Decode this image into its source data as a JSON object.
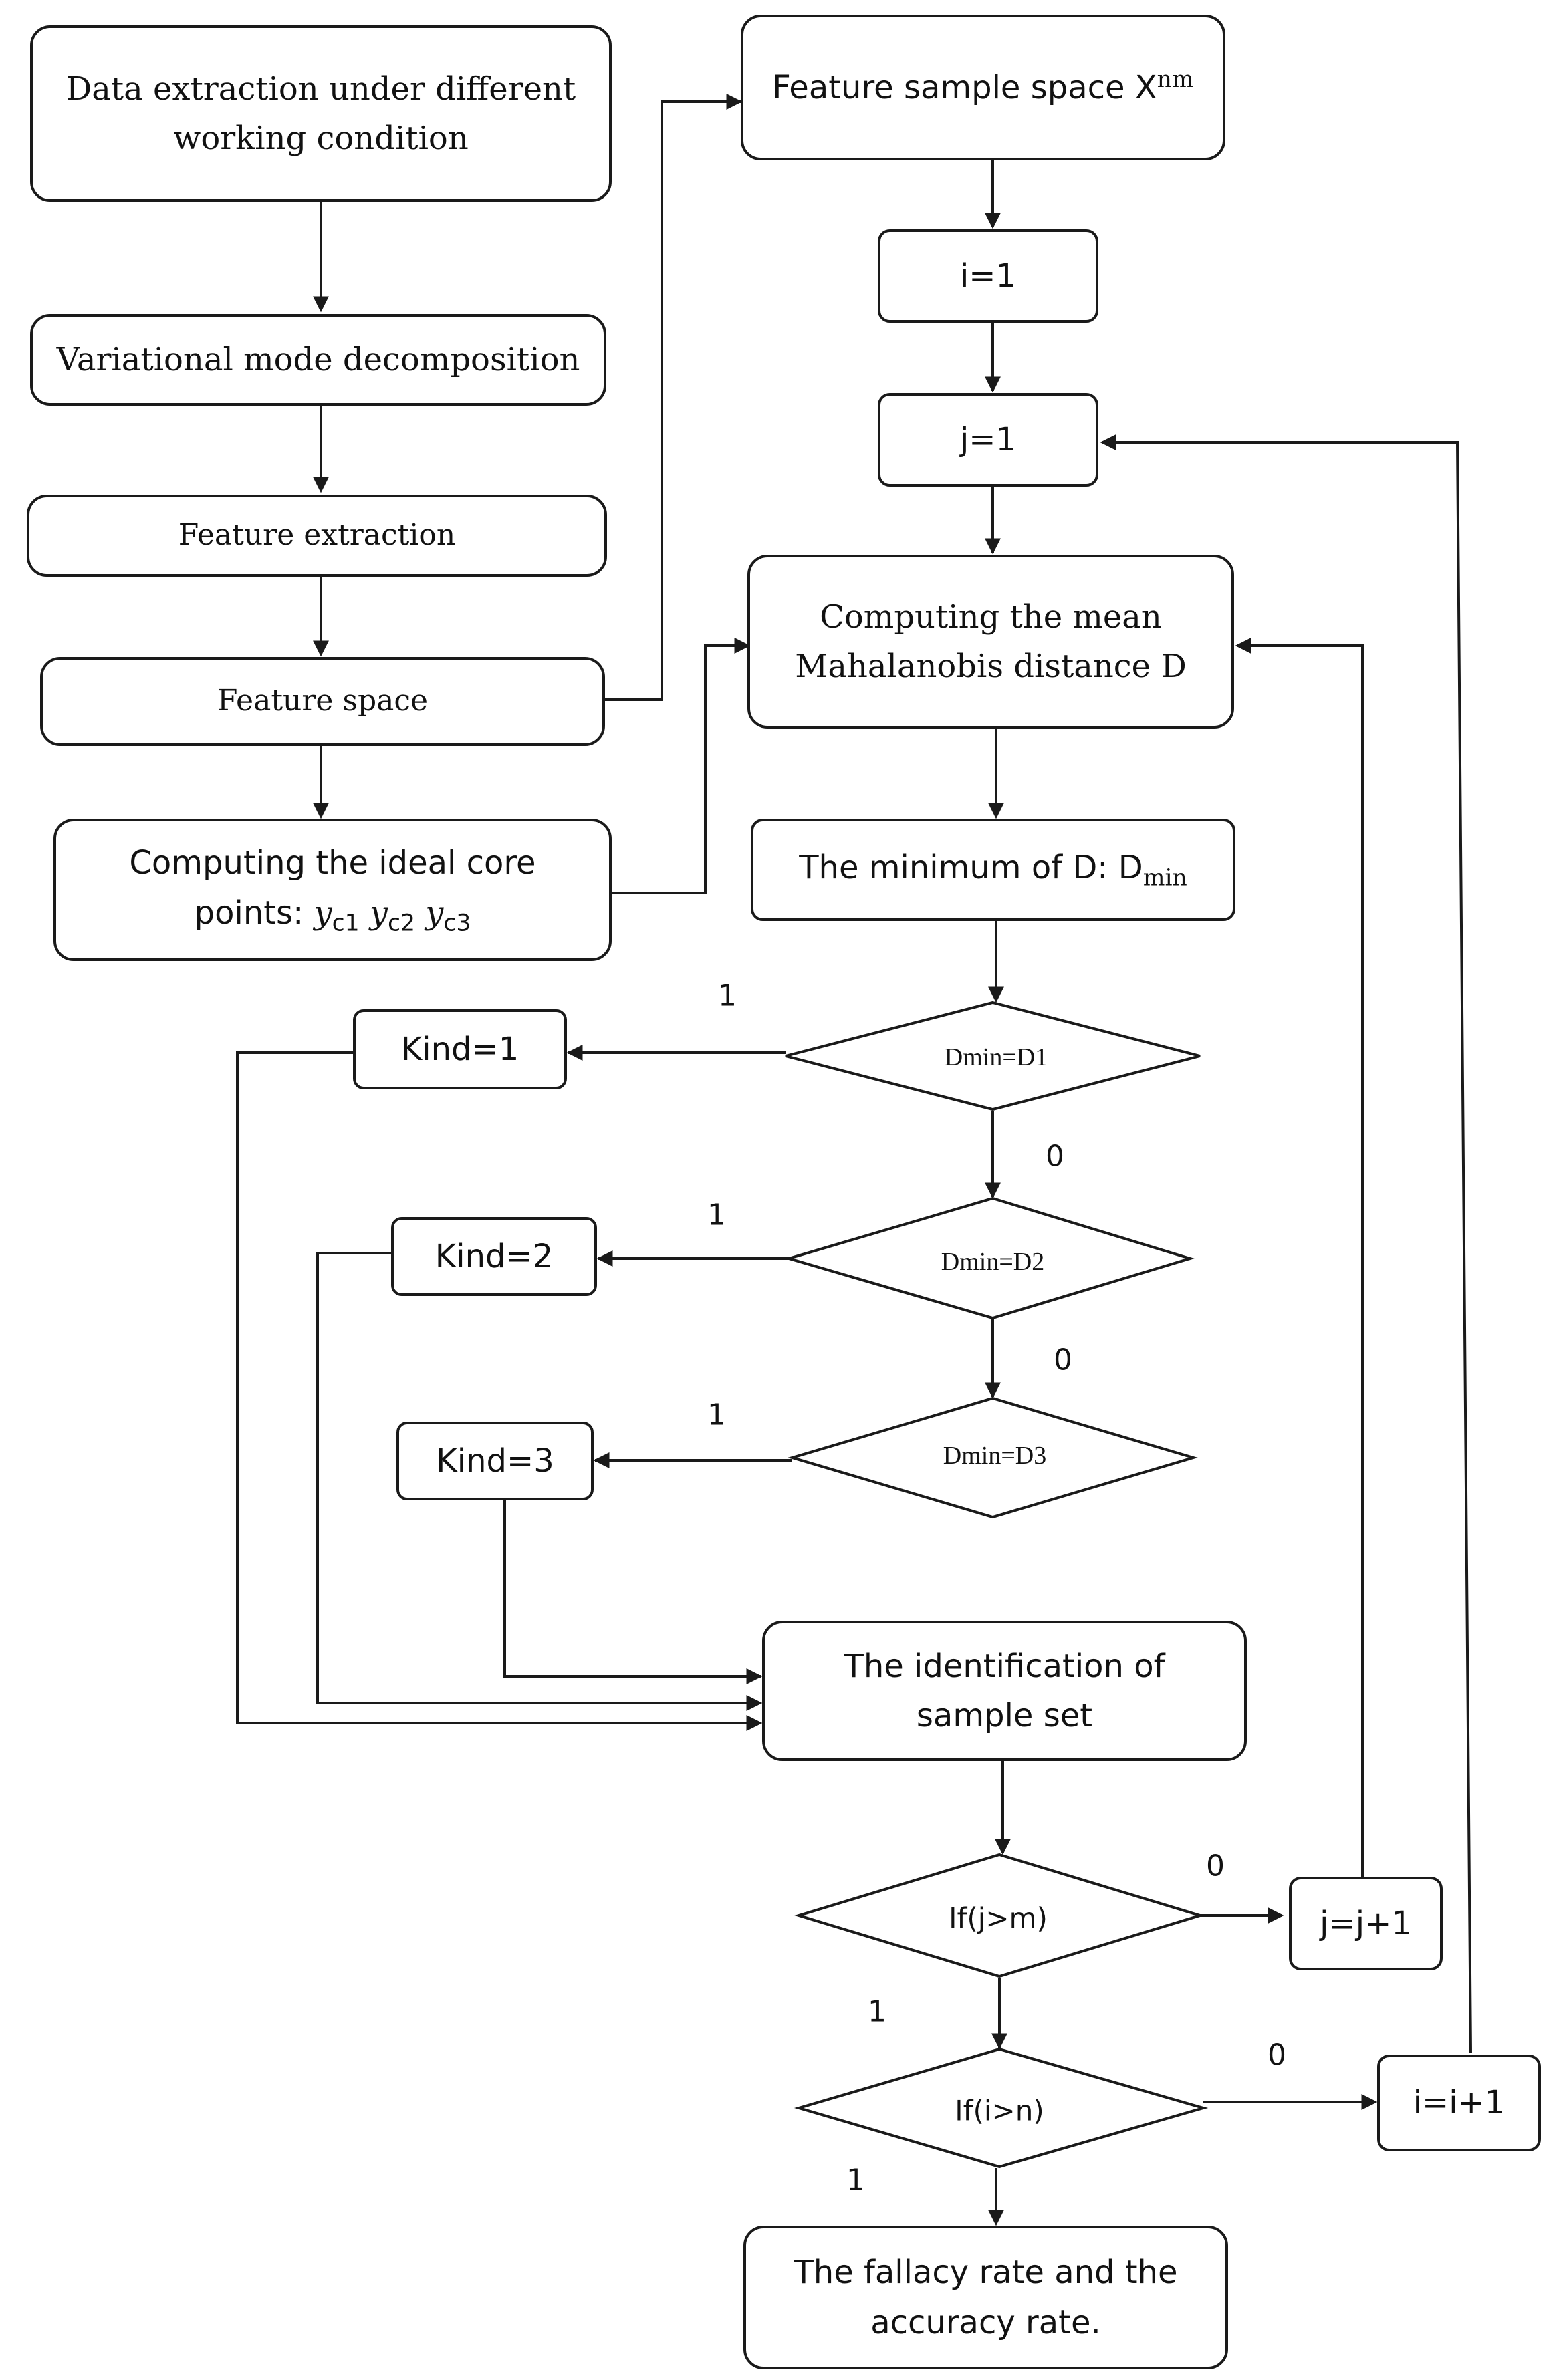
{
  "nodes": {
    "data_extraction": "Data extraction under different\nworking condition",
    "vmd": "Variational mode decomposition",
    "feature_extraction": "Feature extraction",
    "feature_space": "Feature space",
    "ideal_core": {
      "prefix": "Computing the ideal core\npoints: ",
      "y": "y",
      "c1": "c1",
      "c2": "c2",
      "c3": "c3"
    },
    "sample_space": {
      "text": "Feature sample space X",
      "sup": "nm"
    },
    "i_init": "i=1",
    "j_init": "j=1",
    "mean_distance": "Computing the mean\nMahalanobis distance D",
    "minimum": {
      "text": "The minimum of D: D",
      "sub": "min"
    },
    "kind1": "Kind=1",
    "kind2": "Kind=2",
    "kind3": "Kind=3",
    "identification": "The identification of\nsample set",
    "j_inc": "j=j+1",
    "i_inc": "i=i+1",
    "result": "The fallacy rate and the\naccuracy rate."
  },
  "decisions": {
    "d1": "Dmin=D1",
    "d2": "Dmin=D2",
    "d3": "Dmin=D3",
    "jm": "If(j>m)",
    "in": "If(i>n)"
  },
  "edge_labels": {
    "d1_yes": "1",
    "d1_no": "0",
    "d2_yes": "1",
    "d2_no": "0",
    "d3_yes": "1",
    "jm_no": "0",
    "jm_yes": "1",
    "in_no": "0",
    "in_yes": "1"
  },
  "colors": {
    "stroke": "#1a1a1a",
    "text": "#111111",
    "background": "#ffffff"
  }
}
